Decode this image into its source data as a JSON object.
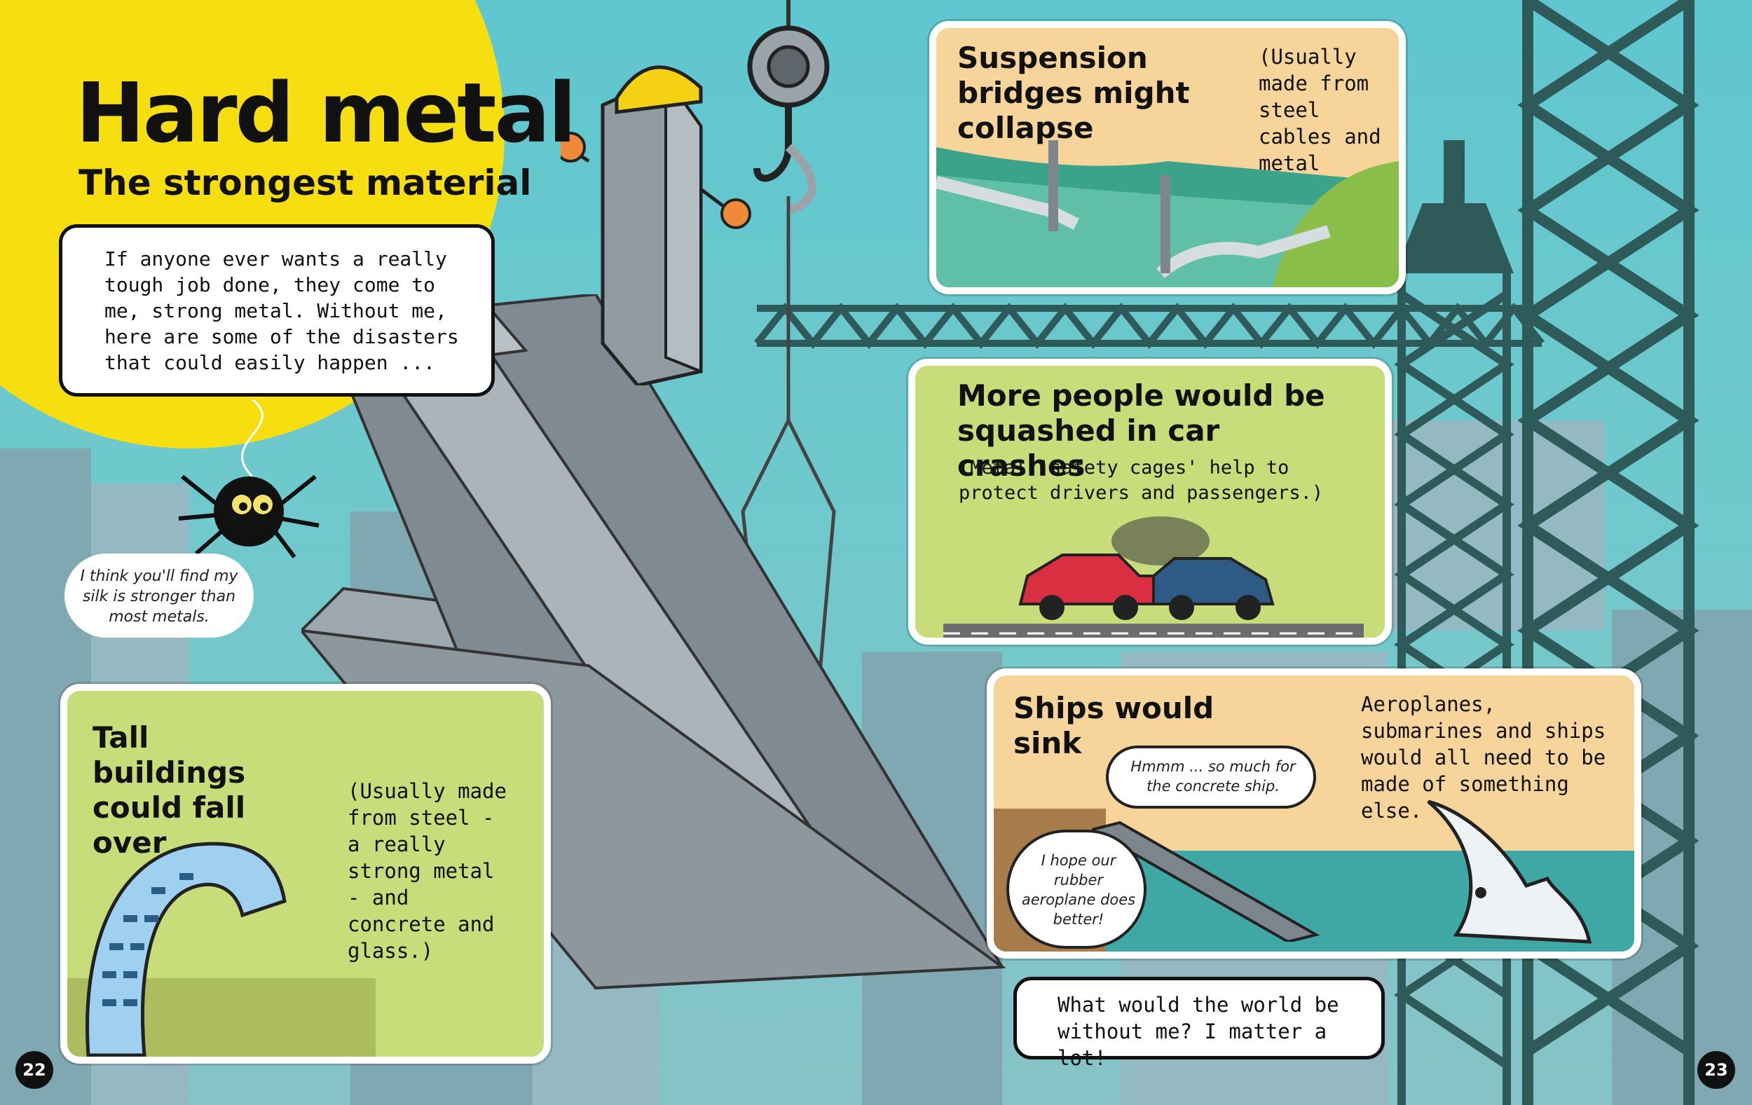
{
  "spread": {
    "title": "Hard metal",
    "subtitle": "The strongest material",
    "intro_bubble": "If anyone ever wants a really tough job done, they come to me, strong metal. Without me, here are some of the disasters that could easily happen ...",
    "spider_bubble": "I think you'll find my silk is stronger than most metals.",
    "closing_bubble": "What would the world be without me? I matter a lot!",
    "page_left": "22",
    "page_right": "23"
  },
  "panels": {
    "bridges": {
      "heading": "Suspension bridges might collapse",
      "note": "(Usually made from steel cables and metal towers.)"
    },
    "cars": {
      "heading": "More people would be squashed in car crashes",
      "note": "(Metal 'safety cages' help to protect drivers and passengers.)"
    },
    "buildings": {
      "heading": "Tall buildings could fall over",
      "note": "(Usually made from steel - a really strong metal - and concrete and glass.)"
    },
    "ships": {
      "heading": "Ships would sink",
      "note": "Aeroplanes, submarines and ships would all need to be made of something else.",
      "concrete_bubble": "Hmmm ... so much for the concrete ship.",
      "rubber_bubble": "I hope our rubber aeroplane does better!"
    }
  },
  "colors": {
    "sky": "#5fc6cf",
    "sun_yellow": "#f7de10",
    "panel_green": "#c8dc7a",
    "panel_peach": "#f6d49a",
    "crane": "#2f5a5a",
    "steel": "#8e99a1"
  },
  "icons": [
    "spider-icon",
    "hard-hat-icon",
    "crane-hook-icon",
    "car-icon",
    "ship-icon",
    "bridge-icon"
  ]
}
